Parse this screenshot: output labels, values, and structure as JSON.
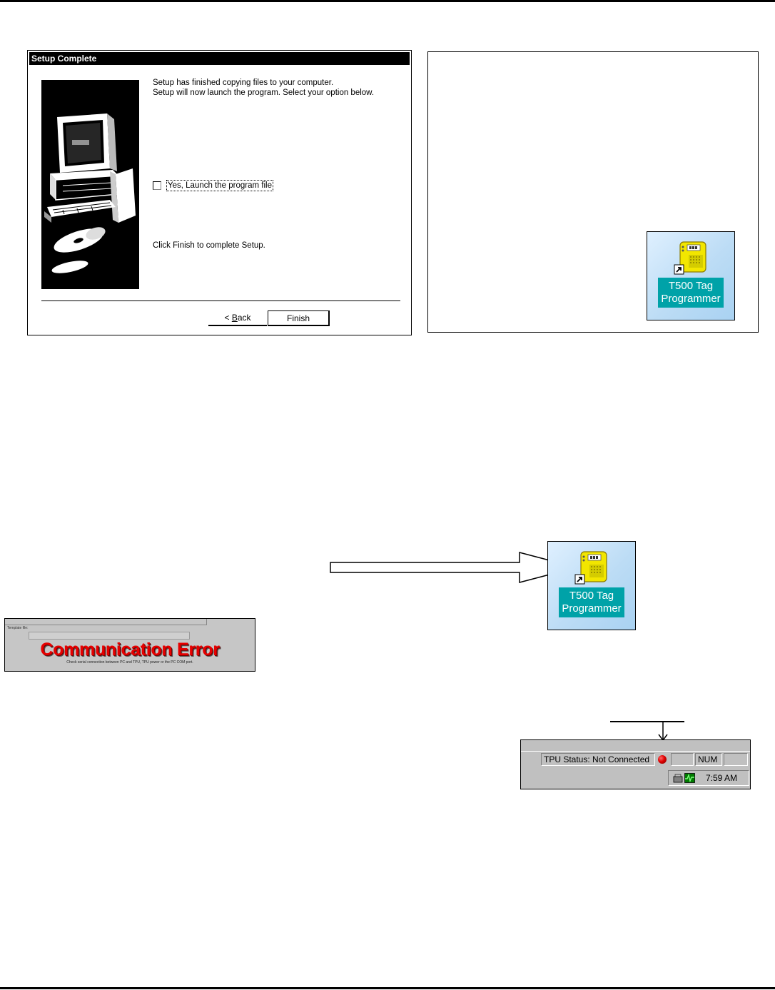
{
  "setup_dialog": {
    "title": "Setup Complete",
    "message_line1": "Setup has finished copying files to your computer.",
    "message_line2": "Setup will now launch the program. Select your option below.",
    "checkbox_label": "Yes, Launch the program file",
    "checkbox_checked": false,
    "finish_note": "Click Finish to complete Setup.",
    "back_button": {
      "prefix": "< ",
      "accel": "B",
      "rest": "ack"
    },
    "finish_button": "Finish",
    "illustration": "computer-illustration"
  },
  "desktop_shortcut": {
    "line1": "T500 Tag",
    "line2": "Programmer",
    "icon": "tag-programmer-icon",
    "overlay_icon": "shortcut-arrow-icon"
  },
  "comm_error_panel": {
    "field_label": "Template file:",
    "error_text": "Communication Error",
    "hint": "Check serial connection between PC and TPU, TPU power or the PC COM port."
  },
  "status_bar": {
    "tpu_status": "TPU Status: Not Connected",
    "indicator_color": "#e00000",
    "num_indicator": "NUM",
    "clock": "7:59 AM"
  }
}
